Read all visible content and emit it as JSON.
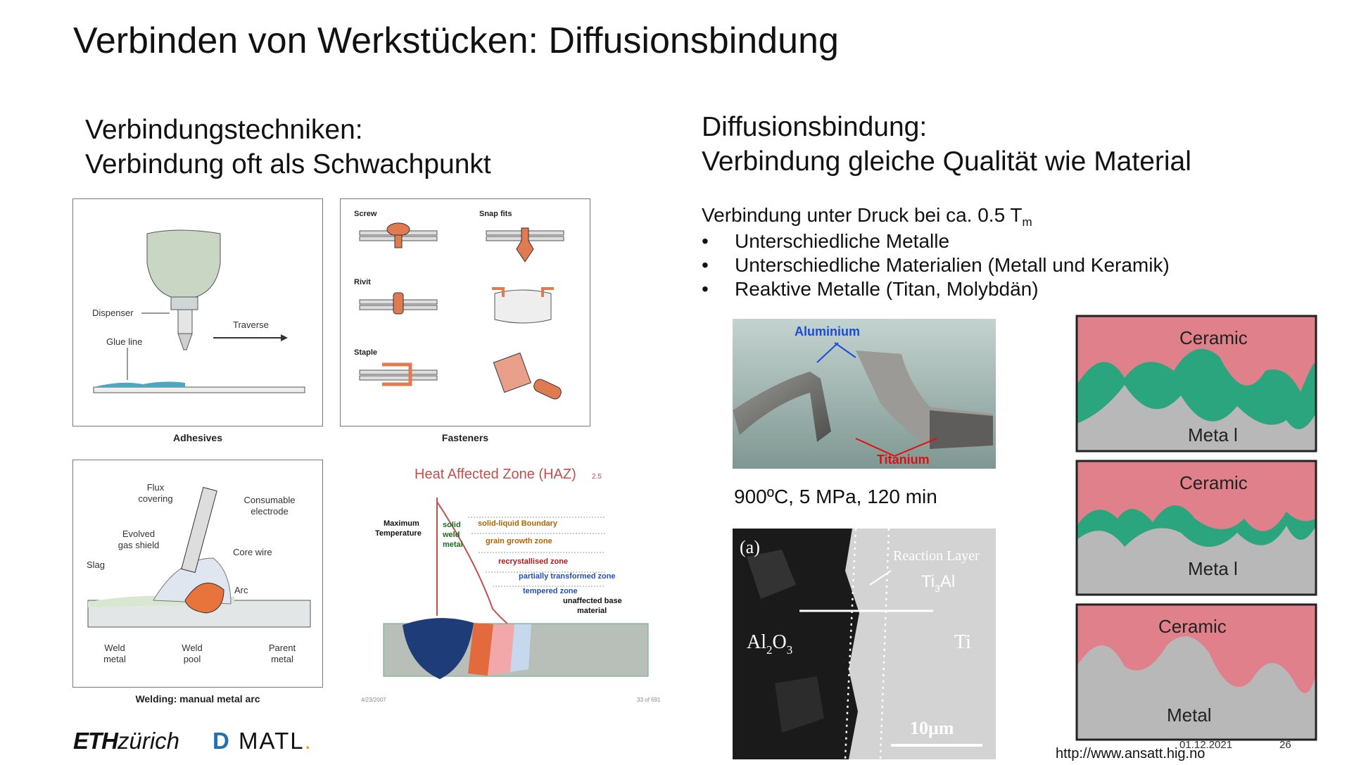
{
  "slide": {
    "title": "Verbinden von Werkstücken: Diffusionsbindung",
    "left_heading": [
      "Verbindungstechniken:",
      "Verbindung oft als Schwachpunkt"
    ],
    "right_heading": [
      "Diffusionsbindung:",
      "Verbindung gleiche Qualität wie Material"
    ],
    "intro": "Verbindung unter Druck bei ca. 0.5 T",
    "intro_sub": "m",
    "bullets": [
      "Unterschiedliche Metalle",
      "Unterschiedliche Materialien (Metall und Keramik)",
      "Reaktive Metalle (Titan, Molybdän)"
    ],
    "conditions": "900ºC, 5 MPa, 120 min",
    "source_url": "http://www.ansatt.hig.no",
    "date": "01.12.2021",
    "page_number": "26"
  },
  "logos": {
    "eth_bold": "ETH",
    "eth_rest": "zürich",
    "dept_d": "D",
    "dept_rest": "MATL",
    "dept_dot": "."
  },
  "figures": {
    "adhesives": {
      "caption": "Adhesives",
      "dispenser": "Dispenser",
      "traverse": "Traverse",
      "glue_line": "Glue line"
    },
    "fasteners": {
      "caption": "Fasteners",
      "screw": "Screw",
      "snap_fits": "Snap fits",
      "rivit": "Rivit",
      "staple": "Staple"
    },
    "welding": {
      "caption": "Welding: manual metal arc",
      "flux1": "Flux",
      "flux2": "covering",
      "cons1": "Consumable",
      "cons2": "electrode",
      "evolved1": "Evolved",
      "evolved2": "gas shield",
      "core_wire": "Core wire",
      "slag": "Slag",
      "arc": "Arc",
      "weld_metal1": "Weld",
      "weld_metal2": "metal",
      "weld_pool1": "Weld",
      "weld_pool2": "pool",
      "parent1": "Parent",
      "parent2": "metal"
    },
    "haz": {
      "title": "Heat Affected Zone (HAZ)",
      "title_num": "2.5",
      "max1": "Maximum",
      "max2": "Temperature",
      "solid1": "solid",
      "solid2": "weld",
      "solid3": "metal",
      "z1": "solid-liquid Boundary",
      "z2": "grain growth zone",
      "z3": "recrystallised zone",
      "z4": "partially transformed zone",
      "z5": "tempered zone",
      "z6": "unaffected base",
      "z7": "material",
      "foot_left": "4/23/2007",
      "foot_right": "33 of 691"
    },
    "photo": {
      "aluminium": "Aluminium",
      "titanium": "Titanium"
    },
    "micro": {
      "panel": "(a)",
      "reaction": "Reaction Layer",
      "ti3": "Ti",
      "ti3_sub": "3",
      "ti3_end": "Al",
      "al": "Al",
      "al_sub1": "2",
      "o": "O",
      "al_sub2": "3",
      "ti": "Ti",
      "scale": "10μm"
    },
    "interfaces": {
      "ceramic": "Ceramic",
      "metal_1": "Meta l",
      "metal_2": "Meta l",
      "metal_3": "Metal"
    }
  },
  "colors": {
    "ceramic": "#e0808a",
    "metal": "#b8b8b8",
    "reaction": "#2aa57d",
    "haz_title": "#c0504d"
  }
}
